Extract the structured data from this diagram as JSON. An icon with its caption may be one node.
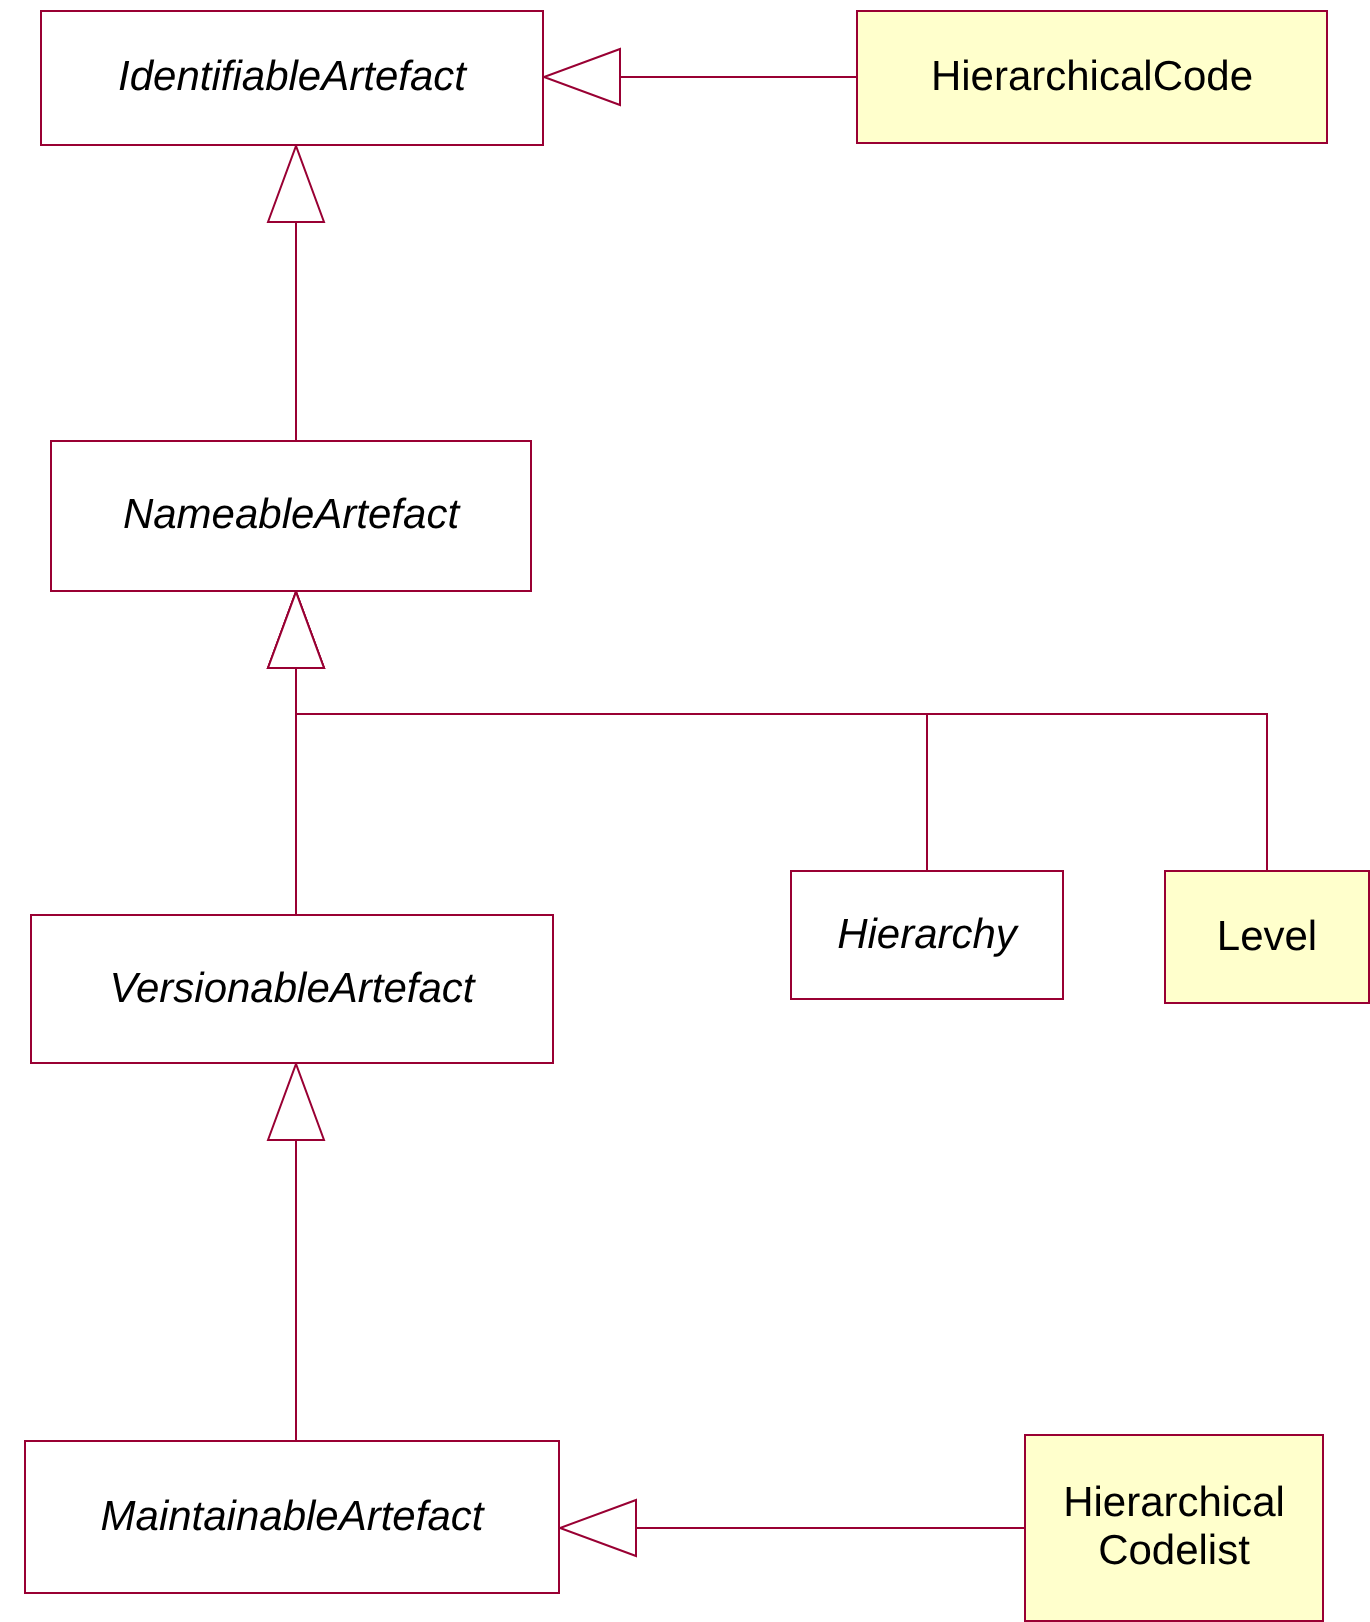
{
  "diagram": {
    "nodes": [
      {
        "text": [
          "IdentifiableArtefact"
        ]
      },
      {
        "text": [
          "HierarchicalCode"
        ]
      },
      {
        "text": [
          "NameableArtefact"
        ]
      },
      {
        "text": [
          "Hierarchy"
        ]
      },
      {
        "text": [
          "Level"
        ]
      },
      {
        "text": [
          "VersionableArtefact"
        ]
      },
      {
        "text": [
          "MaintainableArtefact"
        ]
      },
      {
        "text": [
          "Hierarchical Codelist"
        ]
      }
    ],
    "edges": [
      {
        "from": 1,
        "to": 0,
        "arrow": "to"
      },
      {
        "from": 2,
        "to": 0,
        "arrow": "to"
      },
      {
        "from": 5,
        "to": 2,
        "arrow": "to"
      },
      {
        "from": 3,
        "to": 2,
        "arrow": "to"
      },
      {
        "from": 4,
        "to": 2,
        "arrow": "to"
      },
      {
        "from": 6,
        "to": 5,
        "arrow": "to"
      },
      {
        "from": 7,
        "to": 6,
        "arrow": "to"
      }
    ]
  }
}
